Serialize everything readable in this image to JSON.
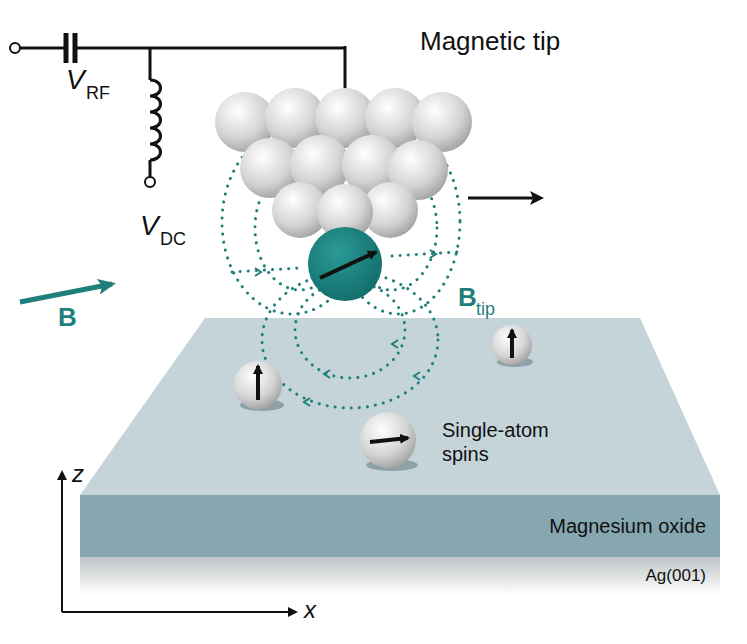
{
  "diagram": {
    "nodes": [
      {
        "text": [
          "Magnesium oxide"
        ]
      },
      {
        "text": [
          "Ag(001)"
        ]
      }
    ],
    "labels": [
      "Magnetic tip",
      "V",
      "RF",
      "V",
      "DC",
      "B",
      "B",
      "tip",
      "Single-atom spins",
      "z",
      "x"
    ]
  }
}
